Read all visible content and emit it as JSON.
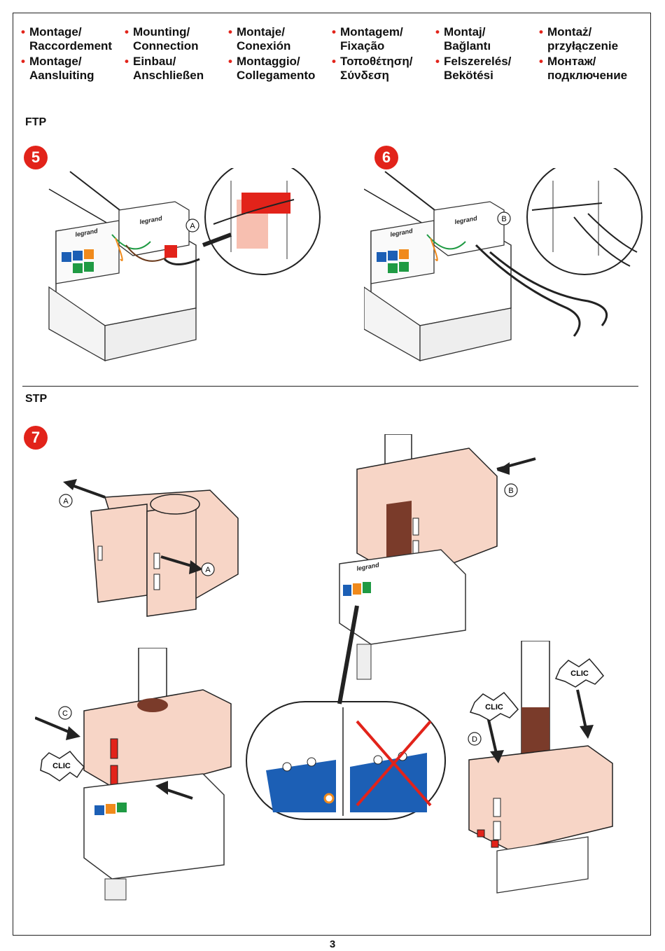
{
  "header_columns": [
    [
      "Montage/\nRaccordement",
      "Montage/\nAansluiting"
    ],
    [
      "Mounting/\nConnection",
      "Einbau/\nAnschließen"
    ],
    [
      "Montaje/\nConexión",
      "Montaggio/\nCollegamento"
    ],
    [
      "Montagem/\nFixação",
      "Τοποθέτηση/\nΣύνδεση"
    ],
    [
      "Montaj/\nBağlantı",
      "Felszerelés/\nBekötési"
    ],
    [
      "Montaż/\nprzyłączenie",
      "Монтаж/\nподключение"
    ]
  ],
  "sections": {
    "ftp": "FTP",
    "stp": "STP"
  },
  "steps": {
    "s5": "5",
    "s6": "6",
    "s7": "7"
  },
  "callouts": {
    "a": "A",
    "b": "B",
    "c": "C",
    "d": "D"
  },
  "clic": "CLIC",
  "brand": "legrand",
  "page_number": "3",
  "colors": {
    "accent": "#e2231a",
    "shield": "#f7d5c6",
    "blue": "#1c5fb5",
    "green": "#1f9a43",
    "orange": "#f08a1c"
  }
}
